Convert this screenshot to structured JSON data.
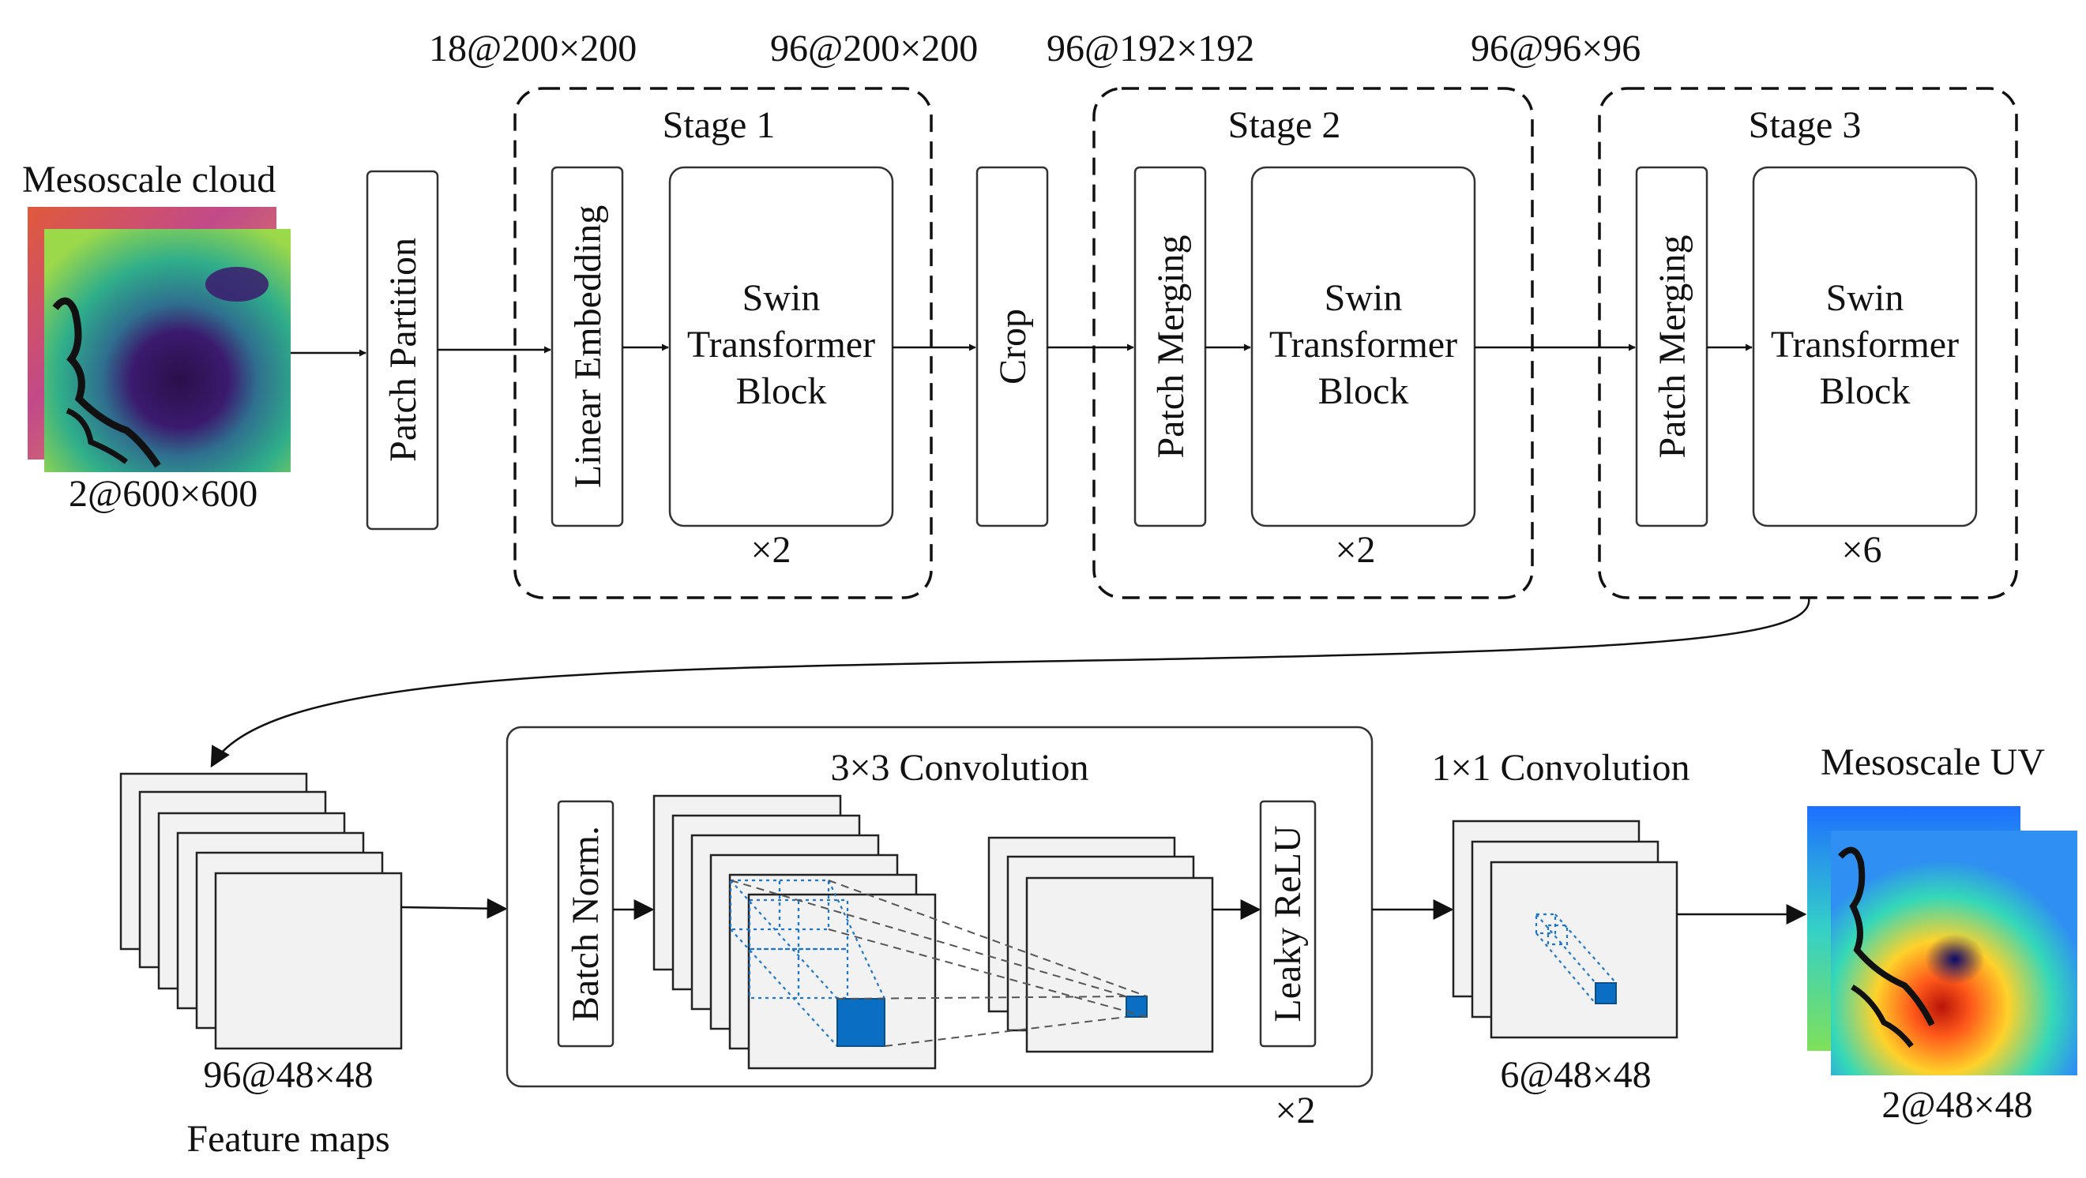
{
  "colors": {
    "kernel_blue": "#0a6fc2",
    "line": "#111111",
    "feature_map_fill": "#f2f2f2"
  },
  "input": {
    "title": "Mesoscale cloud",
    "dims": "2@600×600"
  },
  "top_dims": [
    "18@200×200",
    "96@200×200",
    "96@192×192",
    "96@96×96"
  ],
  "blocks": {
    "patch_partition": "Patch Partition",
    "linear_embedding": "Linear Embedding",
    "crop": "Crop",
    "patch_merging": "Patch Merging",
    "swin_line1": "Swin",
    "swin_line2": "Transformer",
    "swin_line3": "Block"
  },
  "stages": [
    {
      "label": "Stage 1",
      "repeat": "×2"
    },
    {
      "label": "Stage 2",
      "repeat": "×2"
    },
    {
      "label": "Stage 3",
      "repeat": "×6"
    }
  ],
  "bottom": {
    "feature_dims": "96@48×48",
    "feature_caption": "Feature maps",
    "conv3_label": "3×3 Convolution",
    "batch_norm": "Batch Norm.",
    "leaky_relu": "Leaky ReLU",
    "conv3_repeat": "×2",
    "conv1_label": "1×1 Convolution",
    "conv1_dims": "6@48×48",
    "output_title": "Mesoscale UV",
    "output_dims": "2@48×48"
  }
}
